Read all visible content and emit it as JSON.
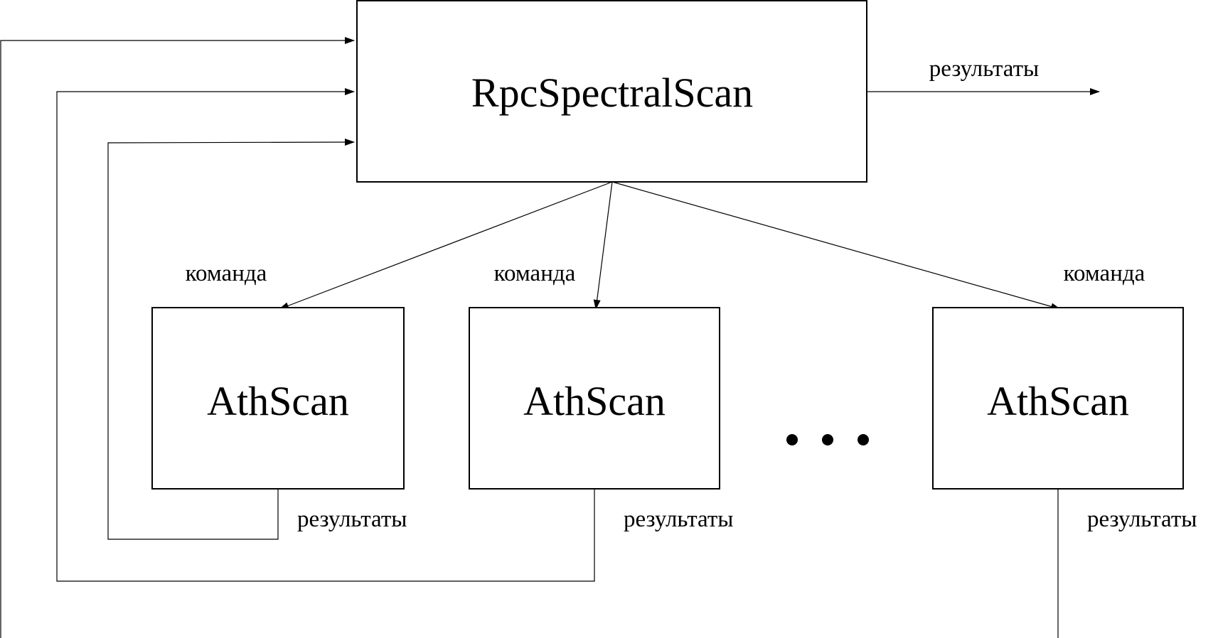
{
  "diagram": {
    "main_block": {
      "title": "RpcSpectralScan"
    },
    "nodes": [
      {
        "title": "AthScan",
        "command_label": "команда",
        "result_label": "результаты"
      },
      {
        "title": "AthScan",
        "command_label": "команда",
        "result_label": "результаты"
      },
      {
        "title": "AthScan",
        "command_label": "команда",
        "result_label": "результаты"
      }
    ],
    "output_label": "результаты",
    "ellipsis": "• • •",
    "colors": {
      "stroke": "#000000",
      "background": "#ffffff"
    }
  }
}
